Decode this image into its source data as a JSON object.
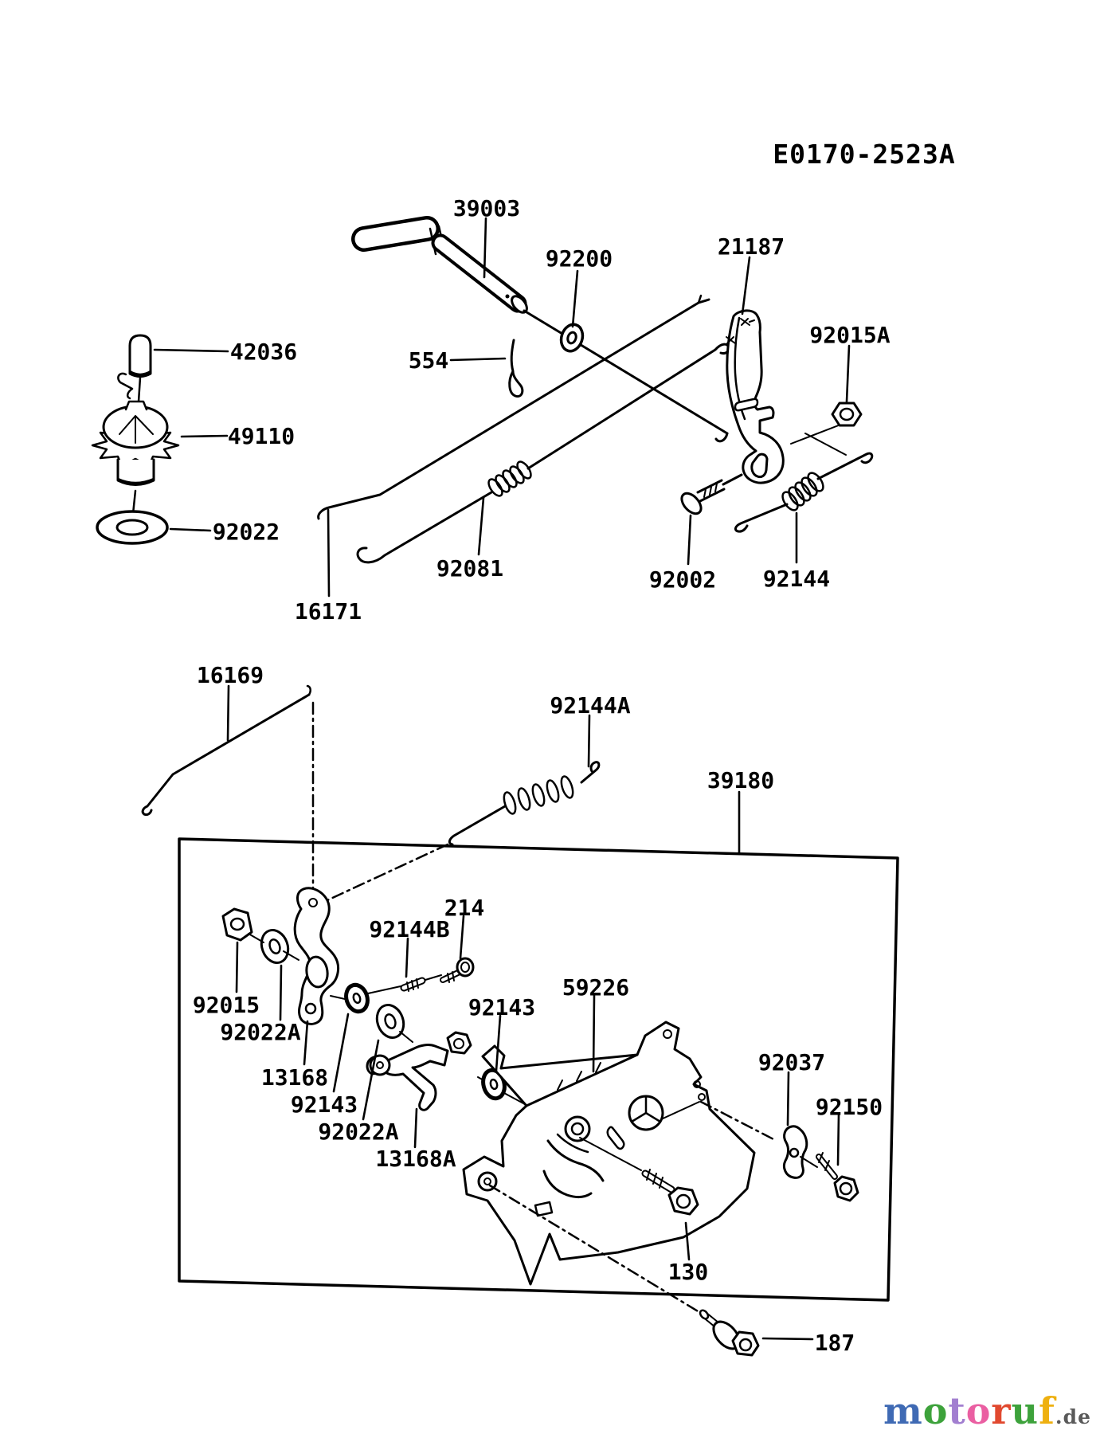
{
  "header": {
    "diagram_code": "E0170-2523A"
  },
  "page": {
    "background": "#ffffff",
    "ink": "#000000"
  },
  "part_labels": {
    "p39003": "39003",
    "p92200": "92200",
    "p21187": "21187",
    "p92015a": "92015A",
    "p42036": "42036",
    "p554": "554",
    "p49110": "49110",
    "p92022": "92022",
    "p92081": "92081",
    "p16171": "16171",
    "p92002": "92002",
    "p92144": "92144",
    "p16169": "16169",
    "p92144a": "92144A",
    "p39180": "39180",
    "p92015": "92015",
    "p92022a_1": "92022A",
    "p13168": "13168",
    "p92143_1": "92143",
    "p92022a_2": "92022A",
    "p13168a": "13168A",
    "p92144b": "92144B",
    "p214": "214",
    "p92143_2": "92143",
    "p59226": "59226",
    "p92037": "92037",
    "p92150": "92150",
    "p130": "130",
    "p187": "187"
  },
  "watermark": {
    "letters": [
      {
        "ch": "m",
        "style": "color:#3f6ab4"
      },
      {
        "ch": "o",
        "style": "color:#3da23b"
      },
      {
        "ch": "t",
        "style": "color:#a27fd0"
      },
      {
        "ch": "o",
        "style": "color:#ea5fa2"
      },
      {
        "ch": "r",
        "style": "color:#e1492f"
      },
      {
        "ch": "u",
        "style": "color:#3da23b"
      },
      {
        "ch": "f",
        "style": "color:#eeb010"
      }
    ],
    "suffix": ".de"
  }
}
